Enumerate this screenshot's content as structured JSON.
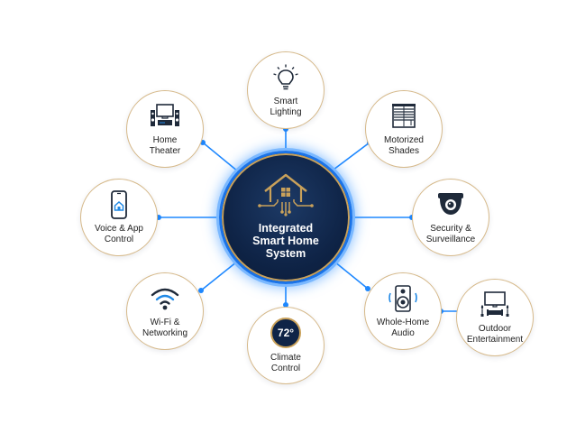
{
  "hub": {
    "title": "Integrated\nSmart Home\nSystem",
    "icon": "smart-house-circuit-icon"
  },
  "nodes": [
    {
      "label": "Smart\nLighting",
      "icon": "light-bulb-icon"
    },
    {
      "label": "Motorized\nShades",
      "icon": "window-shades-icon"
    },
    {
      "label": "Security &\nSurveillance",
      "icon": "security-camera-icon"
    },
    {
      "label": "Whole-Home\nAudio",
      "icon": "speaker-icon"
    },
    {
      "label": "Outdoor\nEntertainment",
      "icon": "outdoor-tv-icon"
    },
    {
      "label": "Climate\nControl",
      "icon": "thermostat-icon",
      "reading": "72°"
    },
    {
      "label": "Wi-Fi &\nNetworking",
      "icon": "wifi-icon"
    },
    {
      "label": "Voice & App\nControl",
      "icon": "smartphone-icon"
    },
    {
      "label": "Home\nTheater",
      "icon": "home-theater-icon"
    }
  ],
  "colors": {
    "navy": "#0f2447",
    "accent_blue": "#1e88ff",
    "gold": "#c9a15a"
  }
}
